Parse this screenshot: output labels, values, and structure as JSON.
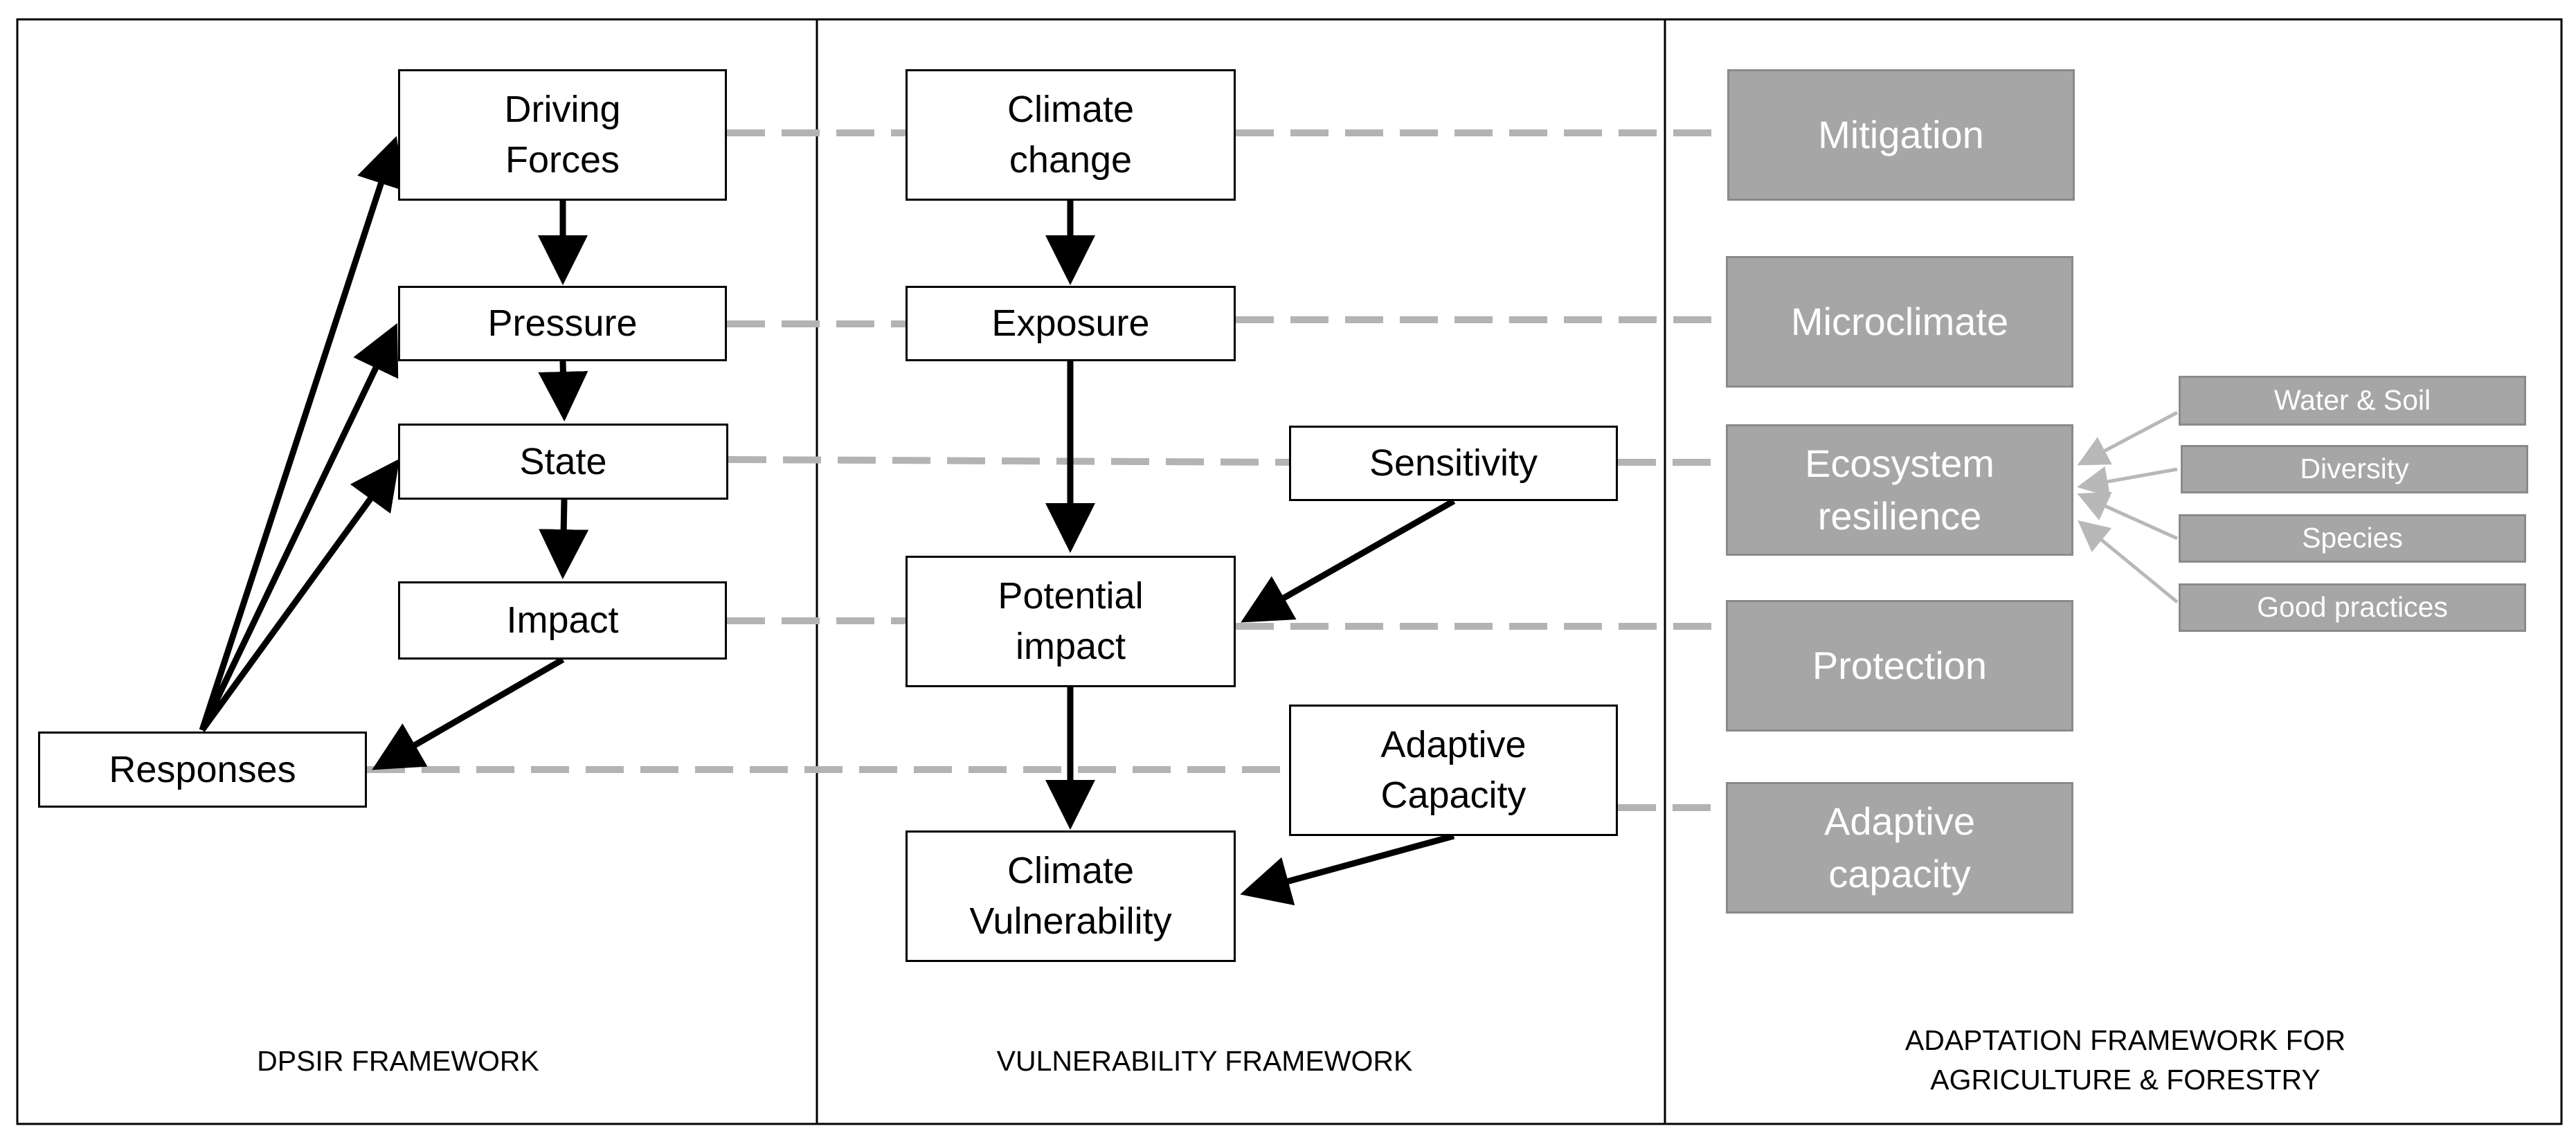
{
  "columns": {
    "dpsir": {
      "caption": "DPSIR FRAMEWORK",
      "boxes": {
        "driving_forces": "Driving\nForces",
        "pressure": "Pressure",
        "state": "State",
        "impact": "Impact",
        "responses": "Responses"
      }
    },
    "vulnerability": {
      "caption": "VULNERABILITY FRAMEWORK",
      "boxes": {
        "climate_change": "Climate\nchange",
        "exposure": "Exposure",
        "sensitivity": "Sensitivity",
        "potential_impact": "Potential\nimpact",
        "adaptive_capacity": "Adaptive\nCapacity",
        "climate_vulnerability": "Climate\nVulnerability"
      }
    },
    "adaptation": {
      "caption": "ADAPTATION FRAMEWORK FOR\nAGRICULTURE & FORESTRY",
      "boxes": {
        "mitigation": "Mitigation",
        "microclimate": "Microclimate",
        "ecosystem_resilience": "Ecosystem\nresilience",
        "protection": "Protection",
        "adaptive_capacity": "Adaptive\ncapacity"
      },
      "resilience_factors": [
        "Water & Soil",
        "Diversity",
        "Species",
        "Good practices"
      ]
    }
  },
  "colors": {
    "arrow": "#000000",
    "dashed_connector": "#b3b3b3",
    "grey_box": "#a6a6a6",
    "factor_arrow": "#b8b8b8"
  }
}
